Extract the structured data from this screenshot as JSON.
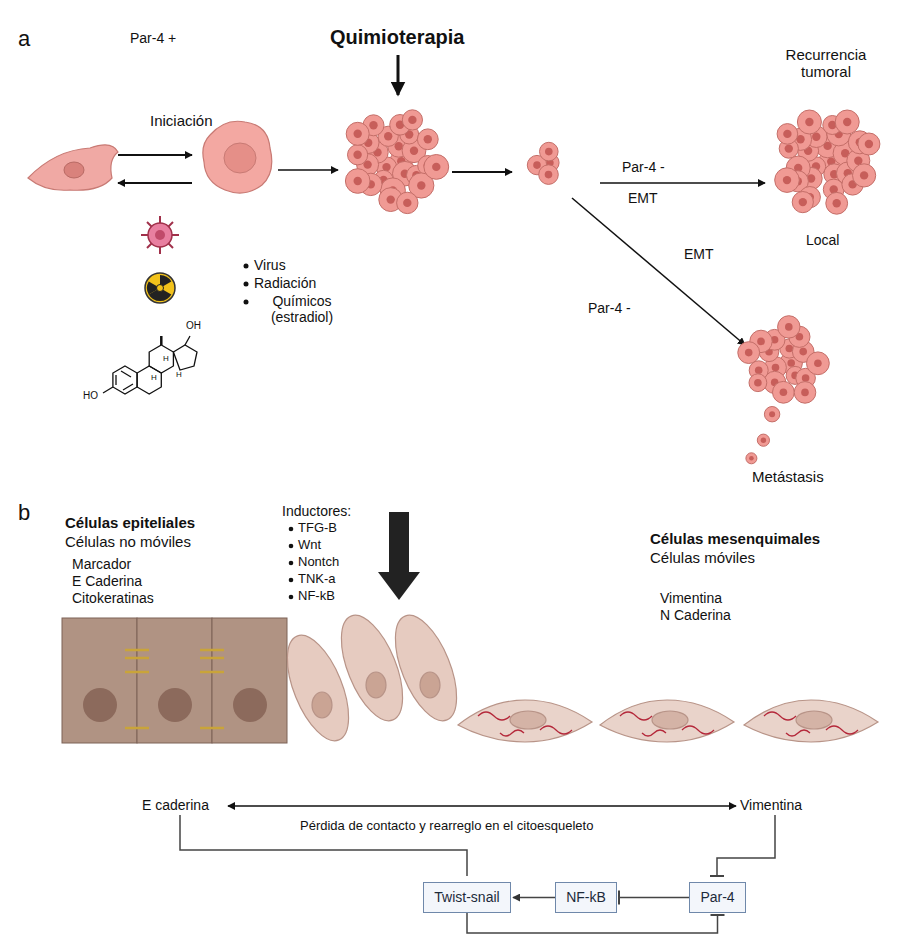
{
  "diagram": {
    "nodes": [
      {
        "text": [
          "Twist-snail"
        ]
      },
      {
        "text": [
          "NF-kB"
        ]
      },
      {
        "text": [
          "Par-4"
        ]
      }
    ],
    "edges": [
      {
        "from": 1,
        "to": 0,
        "arrow": "to"
      },
      {
        "from": 2,
        "to": 1,
        "arrow": "to"
      },
      {
        "from": 0,
        "to": 2,
        "arrow": "to"
      }
    ],
    "labels": [
      "a",
      "Par-4 +",
      "Quimioterapia",
      "Iniciación",
      "Recurrencia tumoral",
      "Par-4 -",
      "EMT",
      "Local",
      "EMT",
      "Par-4 -",
      "Metástasis",
      "Virus",
      "Radiación",
      "Químicos (estradiol)",
      "OH",
      "HO",
      "H",
      "H",
      "H",
      "b",
      "Células epiteliales",
      "Células no móviles",
      "Marcador",
      "E Caderina",
      "Citokeratinas",
      "Inductores:",
      "TFG-B",
      "Wnt",
      "Nontch",
      "TNK-a",
      "NF-kB",
      "Células mesenquimales",
      "Células móviles",
      "Vimentina",
      "N Caderina",
      "E caderina",
      "Vimentina",
      "Pérdida de contacto y rearreglo en el citoesqueleto"
    ]
  }
}
